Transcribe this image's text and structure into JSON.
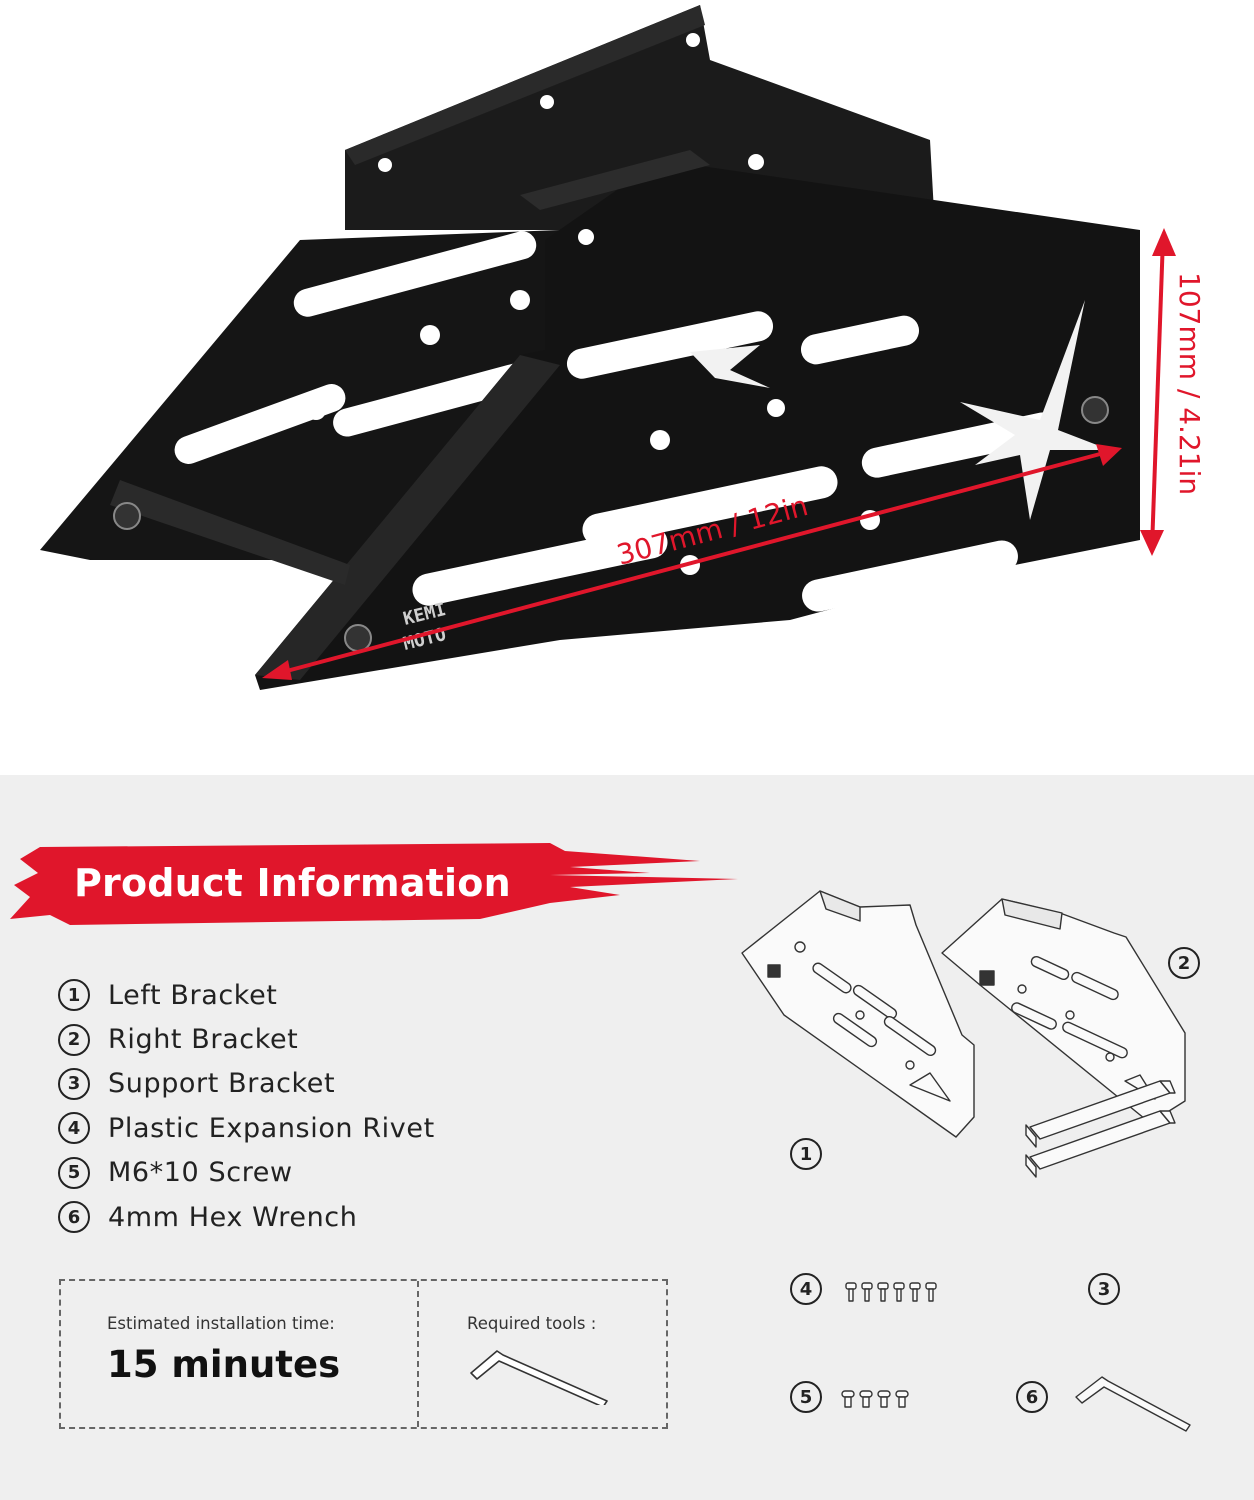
{
  "photo": {
    "width_dim_label": "307mm / 12in",
    "height_dim_label": "107mm / 4.21in",
    "brand_stamp": "KEMIMOTO",
    "accent_color": "#e0162b"
  },
  "info": {
    "banner_title": "Product Information",
    "banner_color": "#e0162b",
    "parts": [
      {
        "num": "1",
        "name": "Left Bracket"
      },
      {
        "num": "2",
        "name": "Right Bracket"
      },
      {
        "num": "3",
        "name": "Support Bracket"
      },
      {
        "num": "4",
        "name": "Plastic Expansion Rivet"
      },
      {
        "num": "5",
        "name": "M6*10 Screw"
      },
      {
        "num": "6",
        "name": "4mm Hex Wrench"
      }
    ],
    "specs": {
      "time_label": "Estimated installation time:",
      "time_value": "15 minutes",
      "tools_label": "Required tools :",
      "tool_icon": "hex-wrench-icon"
    },
    "diagram_labels": [
      "1",
      "2",
      "3",
      "4",
      "5",
      "6"
    ]
  }
}
